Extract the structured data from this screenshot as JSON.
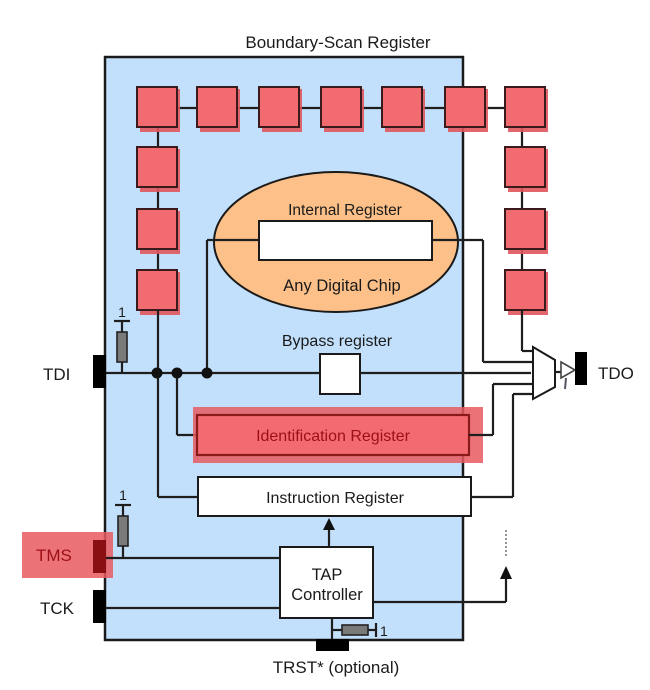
{
  "diagram": {
    "title": "Boundary-Scan Register",
    "chip": {
      "top_label": "Internal Register",
      "bottom_label": "Any Digital Chip"
    },
    "bypass_label": "Bypass register",
    "id_register_label": "Identification Register",
    "instruction_register_label": "Instruction Register",
    "tap_controller_label_line1": "TAP",
    "tap_controller_label_line2": "Controller",
    "pins": {
      "tdi": "TDI",
      "tdo": "TDO",
      "tms": "TMS",
      "tck": "TCK",
      "trst": "TRST* (optional)"
    },
    "pullup_label": "1",
    "highlighted": [
      "Identification Register",
      "TMS"
    ],
    "colors": {
      "board_fill": "#c2e0fb",
      "cell_fill": "#f26b70",
      "chip_fill": "#fcc088",
      "highlight": "#e85a5f"
    },
    "boundary_cell_count": 13
  }
}
